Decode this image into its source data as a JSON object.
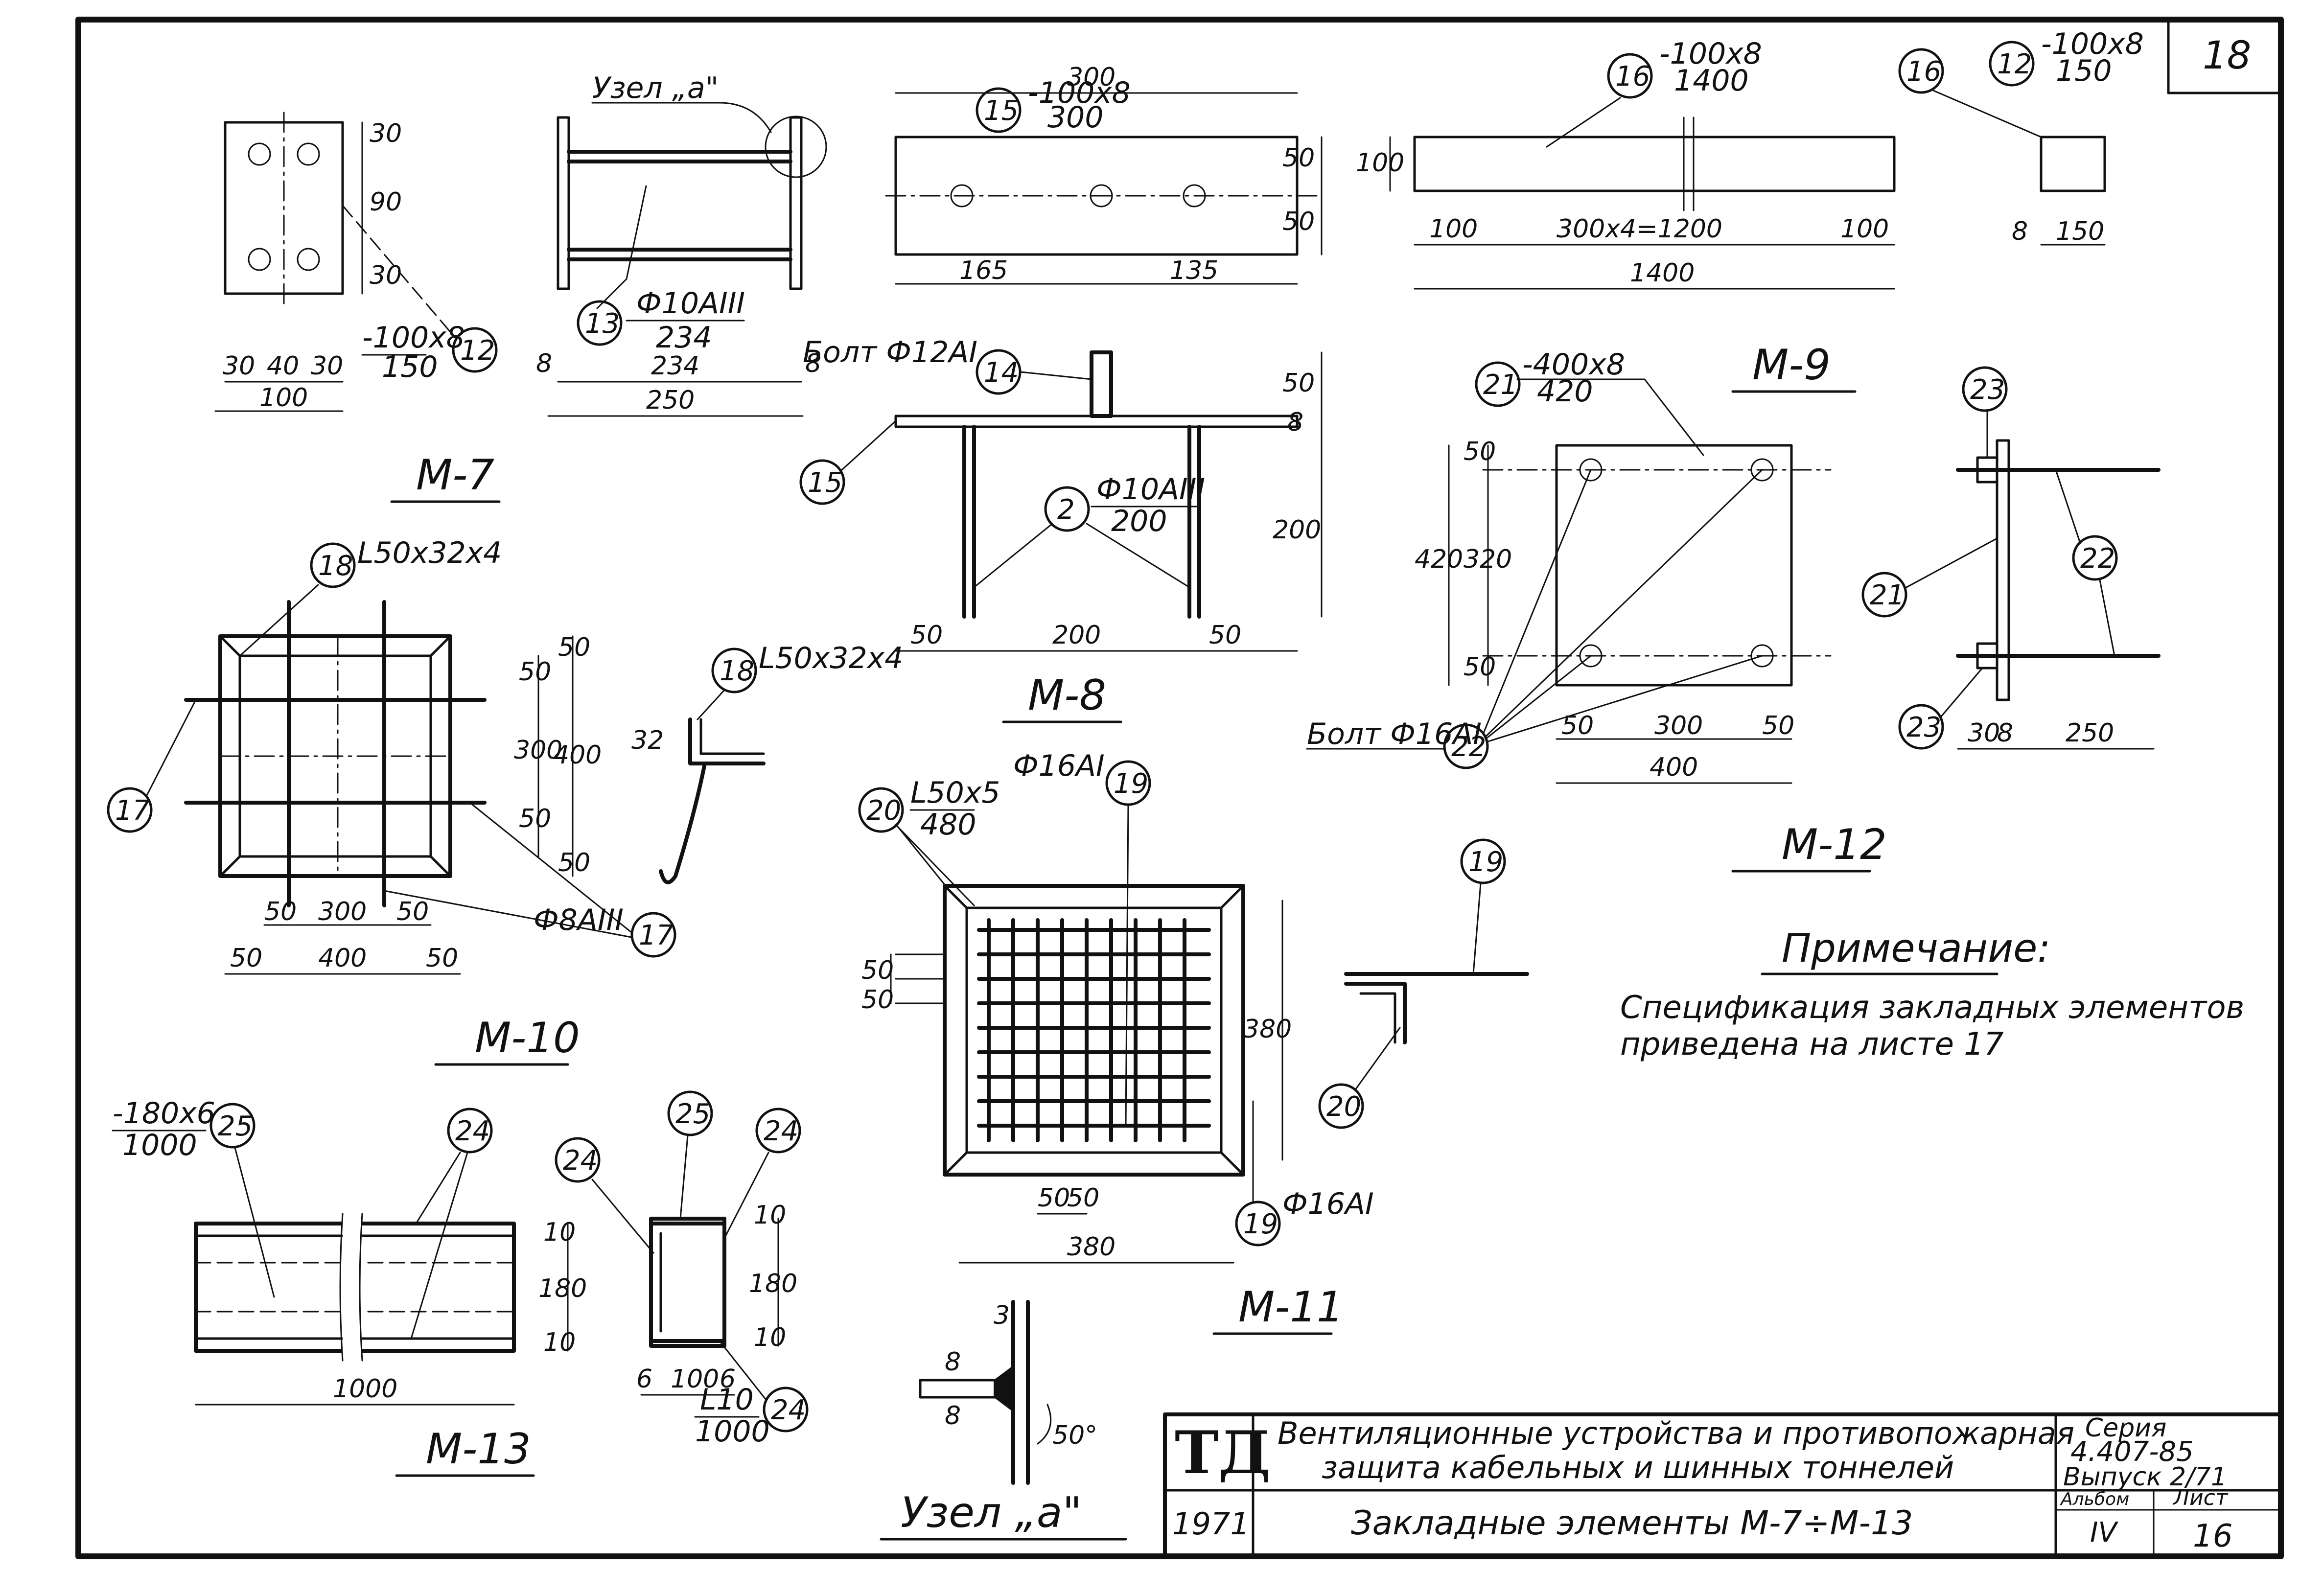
{
  "sheet_number": "18",
  "notes": {
    "heading": "Примечание:",
    "line1": "Спецификация закладных элементов",
    "line2": "приведена на листе 17"
  },
  "title_block": {
    "logo": "ТД",
    "project_line1": "Вентиляционные устройства и противопожарная",
    "project_line2": "защита кабельных и шинных тоннелей",
    "year": "1971",
    "drawing_title": "Закладные элементы М-7÷М-13",
    "series_label": "Серия",
    "series_value": "4.407-85",
    "issue_label": "Выпуск 2/71",
    "album_label": "Альбом",
    "album_value": "IV",
    "sheet_label": "Лист",
    "sheet_value": "16"
  },
  "views": {
    "m7": {
      "title": "М-7",
      "node_label": "Узел „а\"",
      "plate_label": "-100х8",
      "plate_len": "150",
      "rod_label": "Ф10АIII",
      "rod_len": "234",
      "dims": [
        "30",
        "90",
        "30",
        "30",
        "40",
        "30",
        "100",
        "8",
        "234",
        "8",
        "250"
      ],
      "positions": [
        "12",
        "13"
      ]
    },
    "m8": {
      "title": "М-8",
      "plate_label": "-100х8",
      "plate_len": "300",
      "bolt_label": "Болт Ф12АI",
      "rod_label": "Ф10АIII",
      "rod_len": "200",
      "dims": [
        "300",
        "50",
        "50",
        "165",
        "135",
        "50",
        "8",
        "200",
        "50",
        "200",
        "50"
      ],
      "positions": [
        "15",
        "14",
        "15",
        "2"
      ]
    },
    "m9": {
      "title": "М-9",
      "plate_label": "-100х8",
      "plate_len": "1400",
      "short_plate_label": "-100х8",
      "short_plate_len": "150",
      "dims": [
        "100",
        "100",
        "300х4=1200",
        "100",
        "1400",
        "8",
        "150"
      ],
      "positions": [
        "16",
        "16",
        "12"
      ]
    },
    "m10": {
      "title": "М-10",
      "angle_label": "L50х32х4",
      "rod_label": "Ф8АIII",
      "dims": [
        "50",
        "50",
        "300",
        "50",
        "50",
        "400",
        "50",
        "300",
        "50",
        "50",
        "400",
        "50",
        "32"
      ],
      "positions": [
        "18",
        "17",
        "17",
        "18"
      ]
    },
    "m11": {
      "title": "М-11",
      "angle_label": "L50х5",
      "angle_len": "480",
      "rod_label": "Ф16АI",
      "dims": [
        "50",
        "50",
        "380",
        "50",
        "50",
        "380"
      ],
      "positions": [
        "20",
        "19",
        "19",
        "19",
        "20"
      ]
    },
    "m12": {
      "title": "М-12",
      "plate_label": "-400х8",
      "plate_len": "420",
      "bolt_label": "Болт Ф16АI",
      "dims": [
        "50",
        "320",
        "50",
        "420",
        "50",
        "300",
        "50",
        "400",
        "30",
        "8",
        "250"
      ],
      "positions": [
        "21",
        "22",
        "23",
        "22",
        "21",
        "23"
      ]
    },
    "m13": {
      "title": "М-13",
      "plate_label": "-180х6",
      "plate_len": "1000",
      "channel_label": "L10",
      "channel_len": "1000",
      "dims": [
        "10",
        "180",
        "10",
        "1000",
        "10",
        "180",
        "10",
        "6",
        "100",
        "6"
      ],
      "positions": [
        "25",
        "24",
        "24",
        "25",
        "24"
      ]
    },
    "node_a": {
      "title": "Узел „а\"",
      "dims": [
        "3",
        "8",
        "8",
        "50°"
      ]
    }
  }
}
